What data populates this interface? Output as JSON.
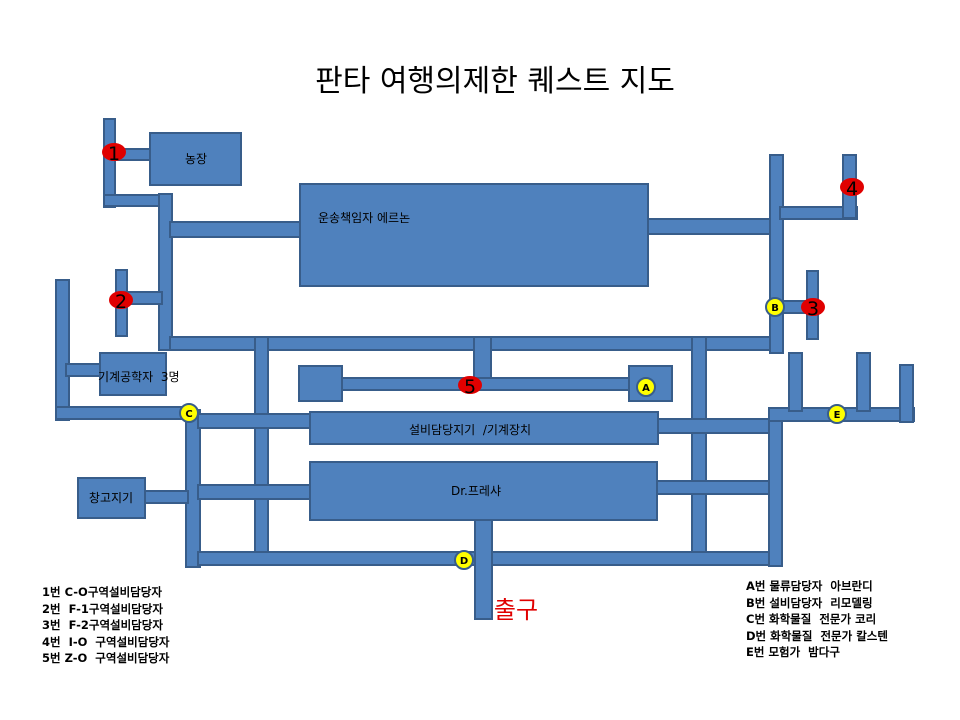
{
  "title": "판타 여행의제한 퀘스트 지도",
  "rooms": {
    "farm": "농장",
    "transport": "운송책임자 에르논",
    "engineers": "기계공학자  3명",
    "facility": "설비담당지기  /기계장치",
    "warehouse": "창고지기",
    "doctor": "Dr.프레샤"
  },
  "exit_label": "출구",
  "red_markers": [
    "1",
    "2",
    "3",
    "4",
    "5"
  ],
  "yellow_markers": [
    "A",
    "B",
    "C",
    "D",
    "E"
  ],
  "legend_left": [
    "1번 C-O구역설비담당자",
    "2번  F-1구역설비담당자",
    "3번  F-2구역설비담당자",
    "4번  I-O  구역설비담당자",
    "5번 Z-O  구역설비담당자"
  ],
  "legend_right": [
    "A번 물류담당자  아브란디",
    "B번 설비담당자  리모델링",
    "C번 화학물질  전문가 코리",
    "D번 화학물질  전문가 칼스텐",
    "E번 모험가  밤다구"
  ],
  "colors": {
    "fill": "#4f81bd",
    "stroke": "#385d8a",
    "red_marker": "#e00000",
    "yellow_marker": "#ffff00",
    "exit_text": "#e00000"
  }
}
